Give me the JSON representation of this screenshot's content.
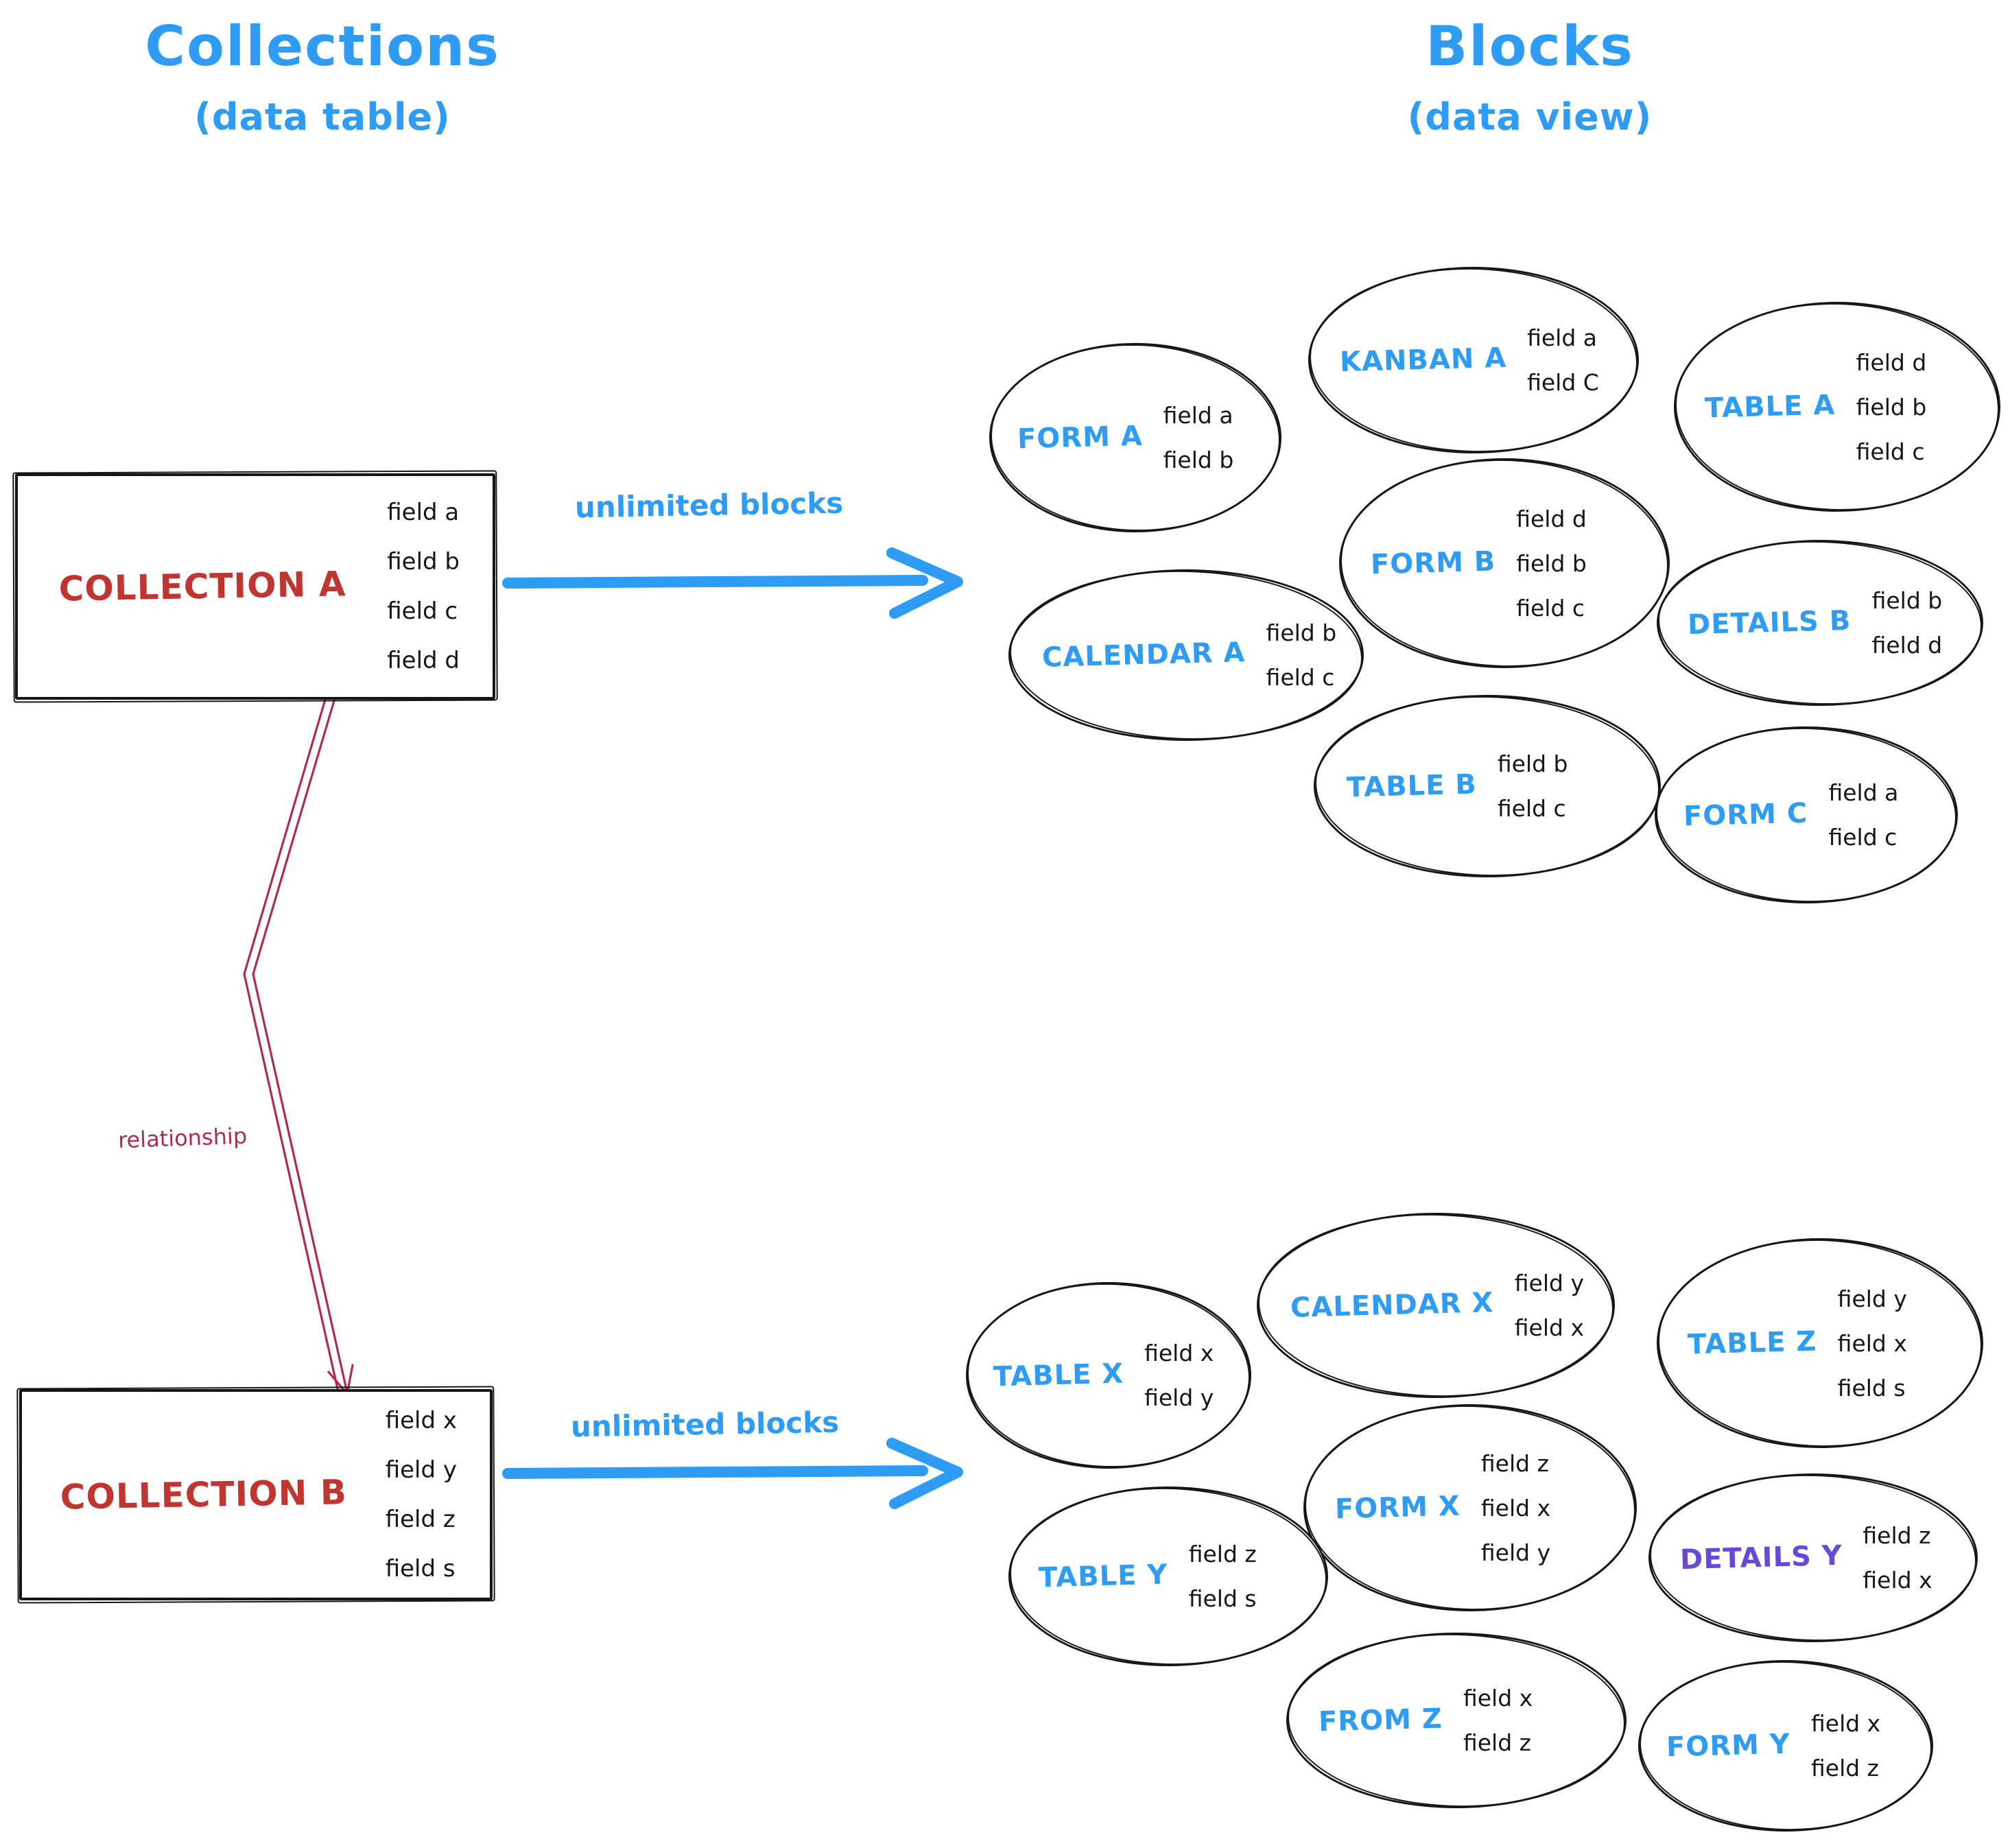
{
  "titles": {
    "left": {
      "title": "Collections",
      "subtitle": "(data table)"
    },
    "right": {
      "title": "Blocks",
      "subtitle": "(data view)"
    }
  },
  "collection_a": {
    "name": "COLLECTION A",
    "fields": [
      "field a",
      "field b",
      "field c",
      "field d"
    ],
    "arrow_label": "unlimited blocks"
  },
  "collection_b": {
    "name": "COLLECTION B",
    "fields": [
      "field x",
      "field y",
      "field z",
      "field s"
    ],
    "arrow_label": "unlimited blocks"
  },
  "relationship_label": "relationship",
  "blocks_a": [
    {
      "label": "FORM A",
      "fields": [
        "field a",
        "field b"
      ]
    },
    {
      "label": "KANBAN A",
      "fields": [
        "field a",
        "field C"
      ]
    },
    {
      "label": "TABLE A",
      "fields": [
        "field d",
        "field b",
        "field c"
      ]
    },
    {
      "label": "FORM B",
      "fields": [
        "field d",
        "field b",
        "field c"
      ]
    },
    {
      "label": "CALENDAR A",
      "fields": [
        "field b",
        "field c"
      ]
    },
    {
      "label": "DETAILS B",
      "fields": [
        "field b",
        "field d"
      ]
    },
    {
      "label": "TABLE B",
      "fields": [
        "field b",
        "field c"
      ]
    },
    {
      "label": "FORM C",
      "fields": [
        "field a",
        "field c"
      ]
    }
  ],
  "blocks_b": [
    {
      "label": "TABLE X",
      "fields": [
        "field x",
        "field y"
      ]
    },
    {
      "label": "CALENDAR X",
      "fields": [
        "field y",
        "field x"
      ]
    },
    {
      "label": "TABLE Z",
      "fields": [
        "field y",
        "field x",
        "field s"
      ]
    },
    {
      "label": "FORM X",
      "fields": [
        "field z",
        "field x",
        "field y"
      ]
    },
    {
      "label": "TABLE Y",
      "fields": [
        "field z",
        "field s"
      ]
    },
    {
      "label": "DETAILS Y",
      "fields": [
        "field z",
        "field x"
      ],
      "label_color": "#6a48d7"
    },
    {
      "label": "FROM Z",
      "fields": [
        "field x",
        "field z"
      ]
    },
    {
      "label": "FORM Y",
      "fields": [
        "field x",
        "field z"
      ]
    }
  ],
  "colors": {
    "accent_blue": "#2e9bf4",
    "collection_red": "#bf3630",
    "relationship_crimson": "#ae2b52",
    "details_y_purple": "#6a48d7",
    "ink": "#161616"
  }
}
